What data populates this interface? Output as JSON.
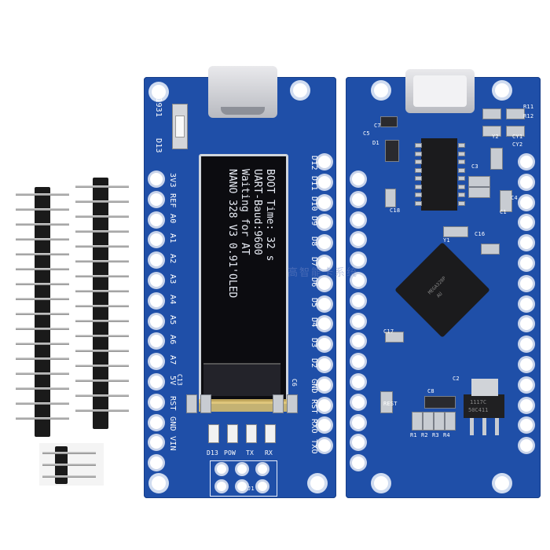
{
  "oled_lines": [
    "BOOT Time: 32 s",
    "UART-Baud:9600",
    "Waiting for AT",
    "NANO 328 V3 0.91'OLED"
  ],
  "left_board": {
    "top_labels": [
      "U1931",
      "D13"
    ],
    "left_pins": [
      "3V3",
      "REF",
      "A0",
      "A1",
      "A2",
      "A3",
      "A4",
      "A5",
      "A6",
      "A7",
      "5V",
      "RST",
      "GND",
      "VIN"
    ],
    "right_pins": [
      "D12",
      "D11",
      "D10",
      "D9",
      "D8",
      "D7",
      "D6",
      "D5",
      "D4",
      "D3",
      "D2",
      "GND",
      "RST",
      "RXO",
      "TXO"
    ],
    "led_labels": [
      "D13",
      "POW",
      "TX",
      "RX"
    ],
    "component_labels": [
      "C13",
      "C6",
      "J1"
    ]
  },
  "right_board": {
    "labels": [
      "C5",
      "C7",
      "D1",
      "C18",
      "Y1",
      "C16",
      "C17",
      "REST",
      "C8",
      "R1",
      "R2",
      "R3",
      "R4",
      "C2",
      "Y2",
      "CY1",
      "CY2",
      "R11",
      "R12",
      "C1",
      "C3",
      "C4"
    ],
    "ic_text": [
      "MEGA328P",
      "AU"
    ],
    "regulator_text": [
      "1117C",
      "50C411"
    ]
  },
  "watermark": "高智能卡系统"
}
